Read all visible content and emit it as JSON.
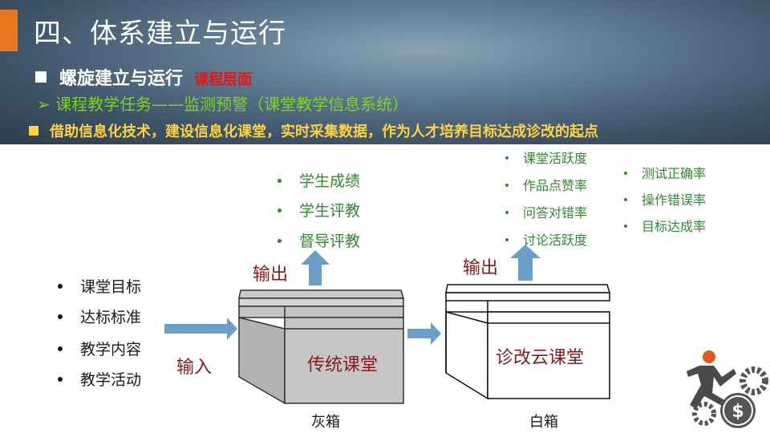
{
  "slide": {
    "title": "四、体系建立与运行",
    "subtitle": "螺旋建立与运行",
    "subtitle_tag": "课程层面",
    "line2": "➢ 课程教学任务——监测预警（课堂教学信息系统）",
    "line3": "借助信息化技术，建设信息化课堂，实时采集数据，作为人才培养目标达成诊改的起点"
  },
  "inputs": [
    "课堂目标",
    "达标标准",
    "教学内容",
    "教学活动"
  ],
  "input_label": "输入",
  "gray_box": {
    "label": "传统课堂",
    "caption": "灰箱",
    "output_label": "输出",
    "outputs": [
      "学生成绩",
      "学生评教",
      "督导评教"
    ]
  },
  "white_box": {
    "label": "诊改云课堂",
    "caption": "白箱",
    "output_label": "输出",
    "outputs_col1": [
      "课堂活跃度",
      "作品点赞率",
      "问答对错率",
      "讨论活跃度"
    ],
    "outputs_col2": [
      "测试正确率",
      "操作错误率",
      "目标达成率"
    ]
  },
  "colors": {
    "accent": "#e87722",
    "green": "#2e8b2e",
    "maroon": "#8b1a1a",
    "arrow": "#6a9fc9",
    "yellow": "#ffd23f",
    "red": "#e01818"
  },
  "icons": [
    "person-running-gears-icon"
  ]
}
